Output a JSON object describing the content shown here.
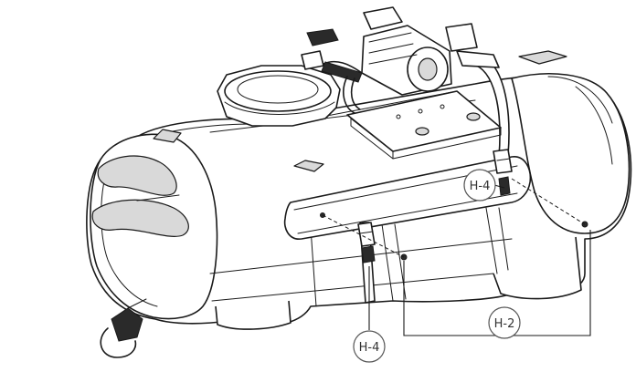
{
  "callouts": {
    "h4_right": "H-4",
    "h4_bottom": "H-4",
    "h2": "H-2"
  }
}
